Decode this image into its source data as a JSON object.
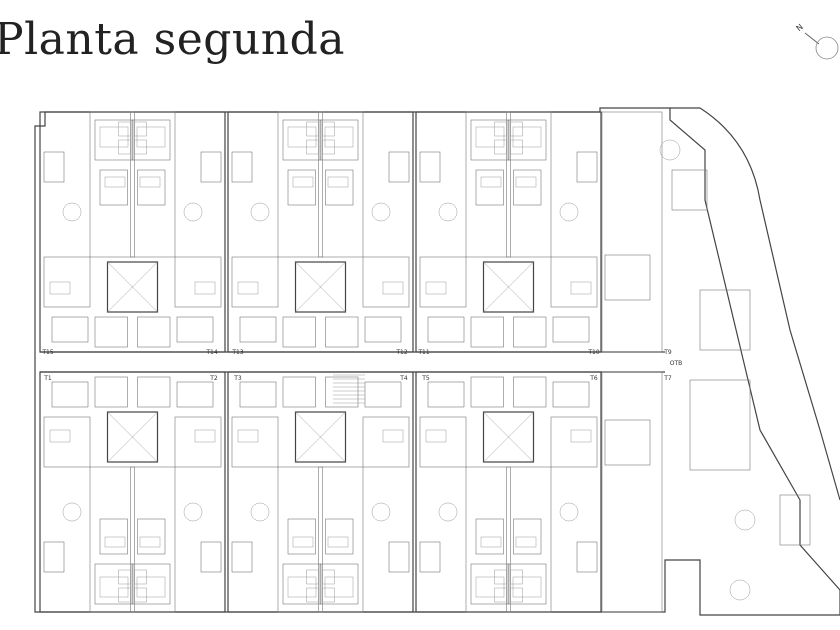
{
  "title": "Planta segunda",
  "compass": {
    "label": "N",
    "icon": "north-arrow-icon"
  },
  "plan": {
    "room_labels_top": [
      "T15",
      "T14",
      "T13",
      "T12",
      "T11",
      "T10",
      "T9"
    ],
    "room_labels_bottom": [
      "T1",
      "T2",
      "T3",
      "T4",
      "T5",
      "T6",
      "T7"
    ],
    "shaft_label": "OTB"
  },
  "colors": {
    "line": "#444444",
    "background": "#ffffff"
  }
}
